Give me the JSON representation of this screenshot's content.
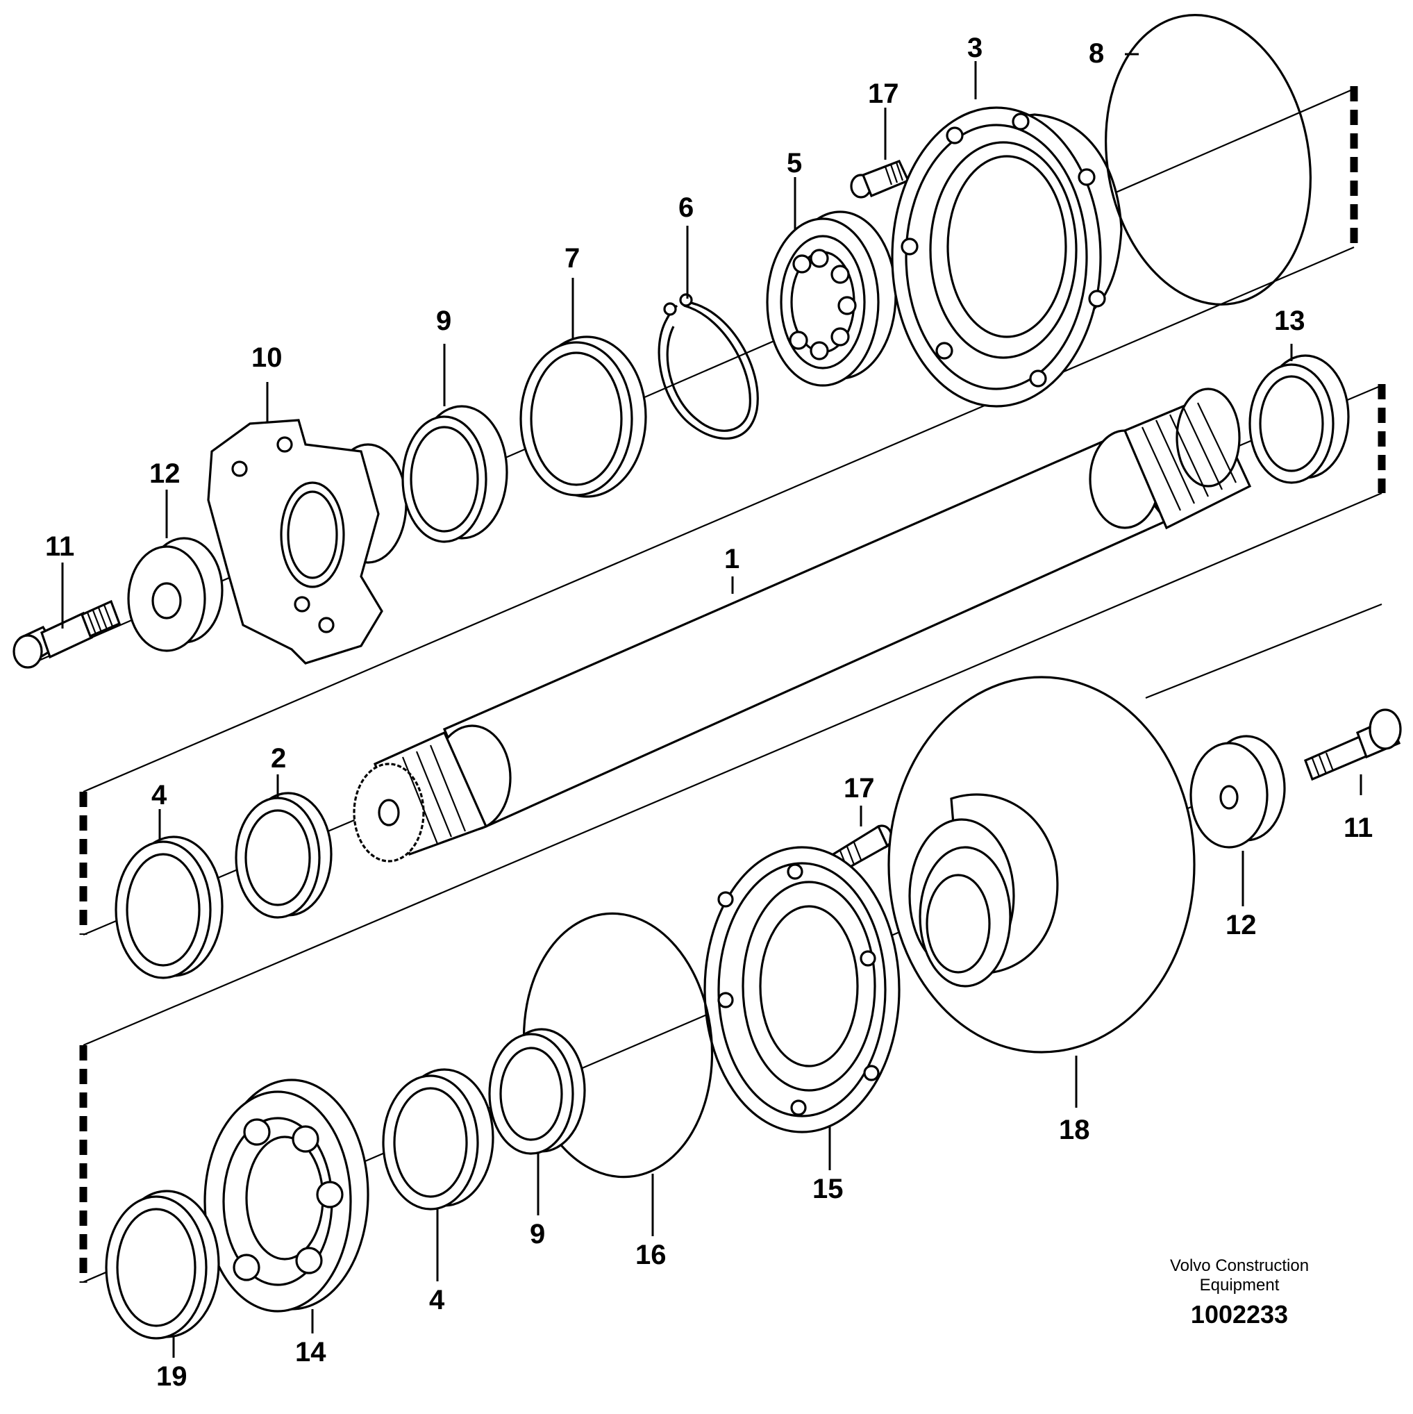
{
  "labels": {
    "p1": "1",
    "p2": "2",
    "p3": "3",
    "p4a": "4",
    "p4b": "4",
    "p5": "5",
    "p6": "6",
    "p7": "7",
    "p8": "8",
    "p9a": "9",
    "p9b": "9",
    "p10": "10",
    "p11a": "11",
    "p11b": "11",
    "p12a": "12",
    "p12b": "12",
    "p13": "13",
    "p14": "14",
    "p15": "15",
    "p16": "16",
    "p17a": "17",
    "p17b": "17",
    "p18": "18",
    "p19": "19"
  },
  "footer": {
    "company_line1": "Volvo Construction",
    "company_line2": "Equipment",
    "drawing_number": "1002233"
  }
}
